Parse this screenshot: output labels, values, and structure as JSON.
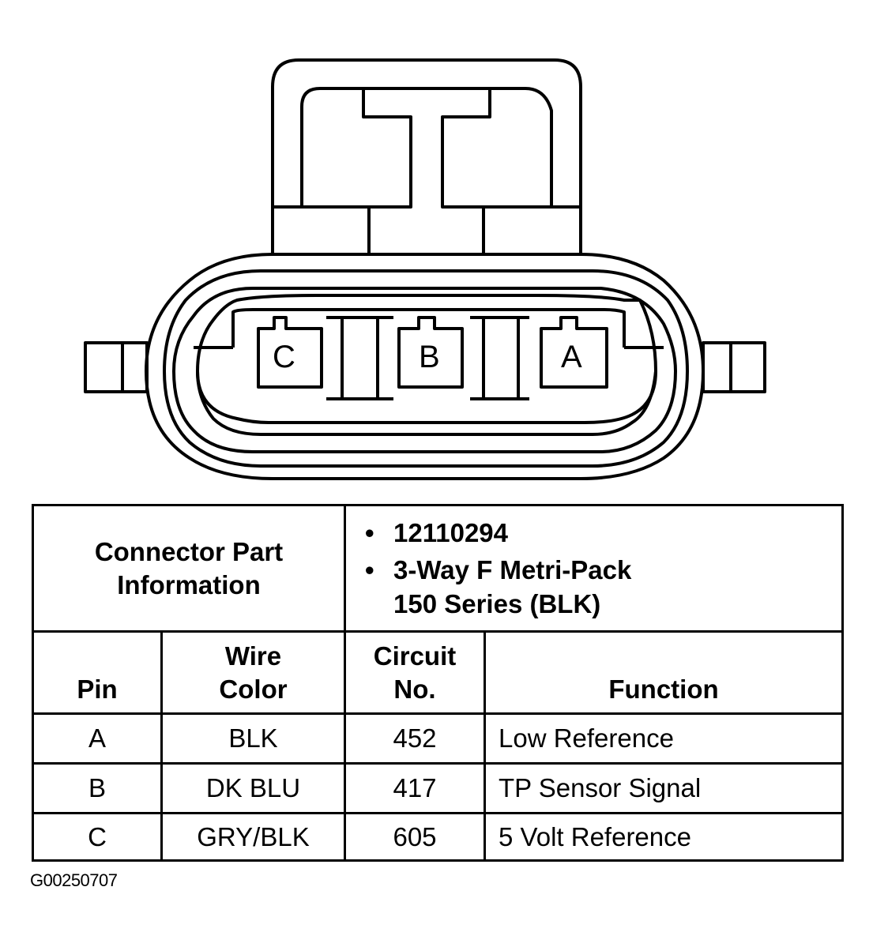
{
  "diagram": {
    "type": "connector-face-view",
    "pin_labels": [
      "C",
      "B",
      "A"
    ]
  },
  "connector_info": {
    "label_line1": "Connector Part",
    "label_line2": "Information",
    "bullet": "•",
    "part_number": "12110294",
    "description_line1": "3-Way F Metri-Pack",
    "description_line2": "150 Series (BLK)"
  },
  "table": {
    "headers": {
      "pin": "Pin",
      "wire_color_line1": "Wire",
      "wire_color_line2": "Color",
      "circuit_line1": "Circuit",
      "circuit_line2": "No.",
      "function": "Function"
    },
    "rows": [
      {
        "pin": "A",
        "wire_color": "BLK",
        "circuit": "452",
        "function": "Low Reference"
      },
      {
        "pin": "B",
        "wire_color": "DK BLU",
        "circuit": "417",
        "function": "TP Sensor Signal"
      },
      {
        "pin": "C",
        "wire_color": "GRY/BLK",
        "circuit": "605",
        "function": "5 Volt Reference"
      }
    ]
  },
  "figure_id": "G00250707"
}
